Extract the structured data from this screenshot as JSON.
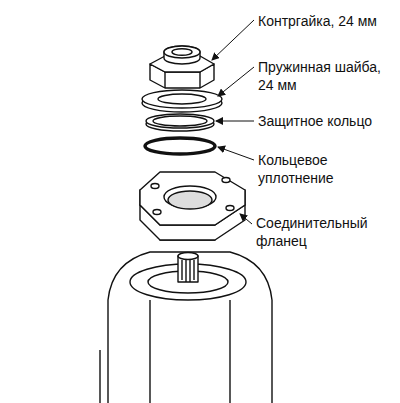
{
  "diagram": {
    "labels": [
      "Контргайка, 24 мм",
      "Пружинная шайба, 24 мм",
      "Защитное кольцо",
      "Кольцевое уплотнение",
      "Соединительный фланец"
    ]
  }
}
